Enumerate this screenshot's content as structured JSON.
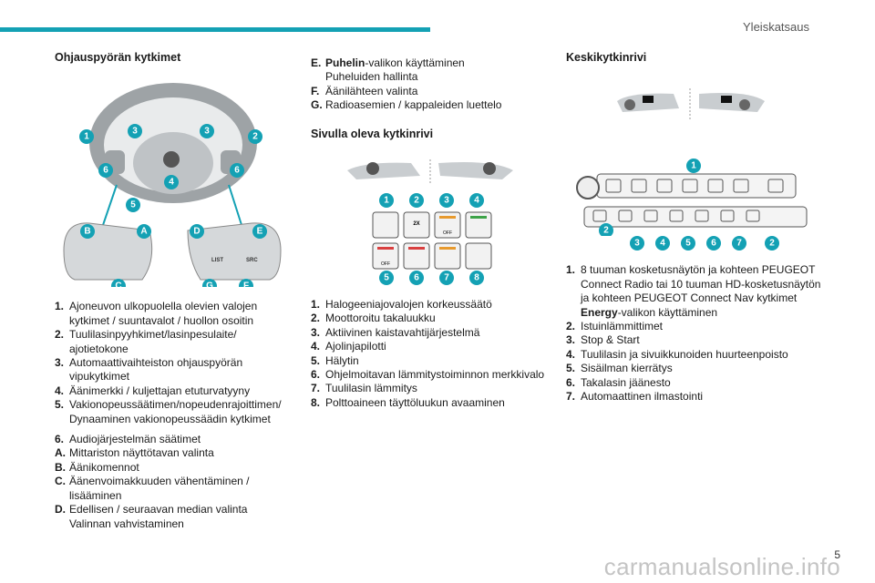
{
  "header": {
    "section": "Yleiskatsaus",
    "page_number": "5"
  },
  "watermark": "carmanualsonline.info",
  "col1": {
    "title": "Ohjauspyörän kytkimet",
    "wheel_badges": [
      "1",
      "2",
      "3",
      "3",
      "4",
      "5",
      "6",
      "6",
      "A",
      "B",
      "C",
      "D",
      "E",
      "F",
      "G"
    ],
    "wheel_labels": {
      "list": "LIST",
      "src": "SRC"
    },
    "items_a": [
      {
        "key": "1.",
        "text": "Ajoneuvon ulkopuolella olevien valojen kytkimet / suuntavalot / huollon osoitin"
      },
      {
        "key": "2.",
        "text": "Tuulilasinpyyhkimet/lasinpesulaite/ ajotietokone"
      },
      {
        "key": "3.",
        "text": "Automaattivaihteiston ohjauspyörän vipukytkimet"
      },
      {
        "key": "4.",
        "text": "Äänimerkki / kuljettajan etuturvatyyny"
      },
      {
        "key": "5.",
        "text": "Vakionopeussäätimen/nopeudenrajoittimen/ Dynaaminen vakionopeussäädin kytkimet"
      }
    ],
    "items_b": [
      {
        "key": "6.",
        "text": "Audiojärjestelmän säätimet"
      },
      {
        "key": "A.",
        "text": "Mittariston näyttötavan valinta"
      },
      {
        "key": "B.",
        "text": "Äänikomennot"
      },
      {
        "key": "C.",
        "text": "Äänenvoimakkuuden vähentäminen / lisääminen"
      },
      {
        "key": "D.",
        "text": "Edellisen / seuraavan median valinta",
        "sub": "Valinnan vahvistaminen"
      }
    ]
  },
  "col2": {
    "items_top": [
      {
        "key": "E.",
        "text_bold": "Puhelin",
        "text": "-valikon käyttäminen",
        "sub": "Puheluiden hallinta"
      },
      {
        "key": "F.",
        "text": "Äänilähteen valinta"
      },
      {
        "key": "G.",
        "text": "Radioasemien / kappaleiden luettelo"
      }
    ],
    "title": "Sivulla oleva kytkinrivi",
    "panel_badges": [
      "1",
      "2",
      "3",
      "4",
      "5",
      "6",
      "7",
      "8"
    ],
    "panel_labels": {
      "two_x": "2X",
      "off1": "OFF",
      "off2": "OFF"
    },
    "items": [
      {
        "key": "1.",
        "text": "Halogeeniajovalojen korkeussäätö"
      },
      {
        "key": "2.",
        "text": "Moottoroitu takaluukku"
      },
      {
        "key": "3.",
        "text": "Aktiivinen kaistavahtijärjestelmä"
      },
      {
        "key": "4.",
        "text": "Ajolinjapilotti"
      },
      {
        "key": "5.",
        "text": "Hälytin"
      },
      {
        "key": "6.",
        "text": "Ohjelmoitavan lämmitystoiminnon merkkivalo"
      },
      {
        "key": "7.",
        "text": "Tuulilasin lämmitys"
      },
      {
        "key": "8.",
        "text": "Polttoaineen täyttöluukun avaaminen"
      }
    ]
  },
  "col3": {
    "title": "Keskikytkinrivi",
    "panel_badges": [
      "1",
      "2",
      "3",
      "4",
      "5",
      "6",
      "7",
      "2"
    ],
    "items": [
      {
        "key": "1.",
        "text": "8 tuuman kosketusnäytön ja kohteen PEUGEOT Connect Radio tai 10 tuuman HD-kosketusnäytön ja kohteen PEUGEOT Connect Nav kytkimet",
        "sub_bold": "Energy",
        "sub": "-valikon käyttäminen"
      },
      {
        "key": "2.",
        "text": "Istuinlämmittimet"
      },
      {
        "key": "3.",
        "text": "Stop & Start"
      },
      {
        "key": "4.",
        "text": "Tuulilasin ja sivuikkunoiden huurteenpoisto"
      },
      {
        "key": "5.",
        "text": "Sisäilman kierrätys"
      },
      {
        "key": "6.",
        "text": "Takalasin jäänesto"
      },
      {
        "key": "7.",
        "text": "Automaattinen ilmastointi"
      }
    ]
  },
  "colors": {
    "accent": "#14a1b4",
    "text": "#1a1a1a"
  }
}
